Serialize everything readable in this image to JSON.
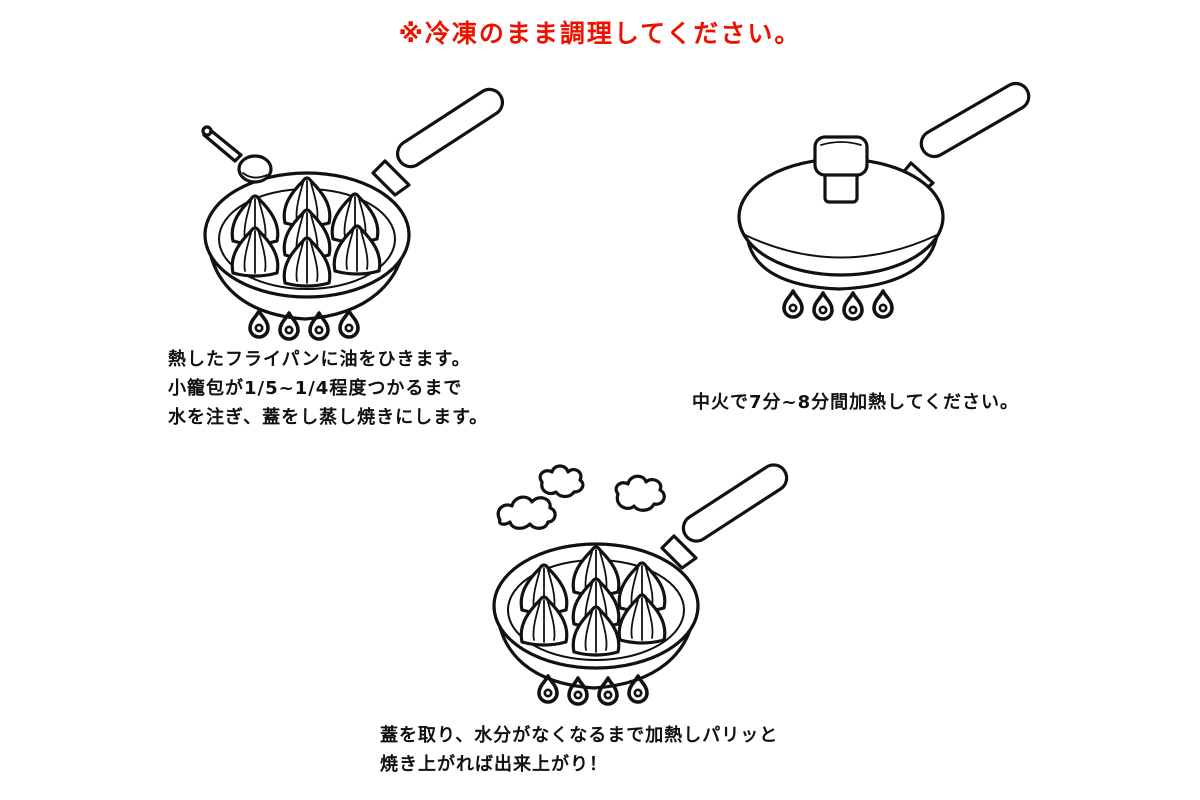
{
  "header": {
    "title": "※冷凍のまま調理してください。"
  },
  "steps": [
    {
      "text": "熱したフライパンに油をひきます。\n小籠包が1/5~1/4程度つかるまで\n水を注ぎ、蓋をし蒸し焼きにします。"
    },
    {
      "text": "中火で7分~8分間加熱してください。"
    },
    {
      "text": "蓋を取り、水分がなくなるまで加熱しパリッと\n焼き上がれば出来上がり！"
    }
  ],
  "icons": [
    "frying-pan-oil-icon",
    "covered-pan-icon",
    "pan-steam-icon",
    "gas-flame-icon"
  ],
  "colors": {
    "accent": "#ee1100",
    "ink": "#111111",
    "background": "#ffffff"
  }
}
